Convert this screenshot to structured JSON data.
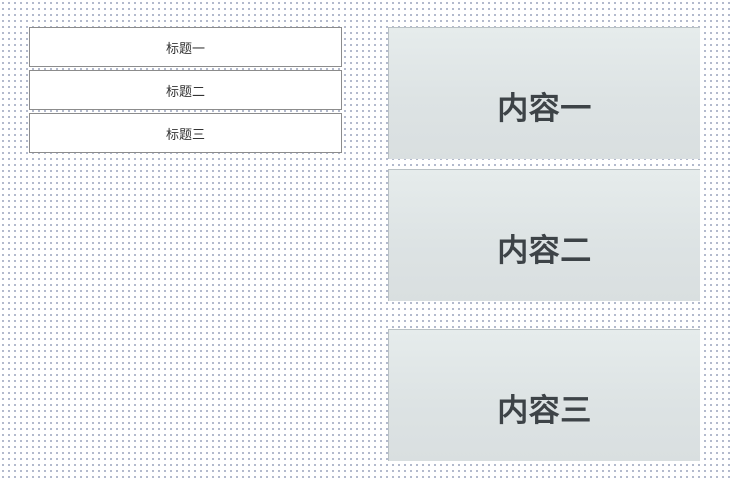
{
  "tabs": [
    {
      "label": "标题一"
    },
    {
      "label": "标题二"
    },
    {
      "label": "标题三"
    }
  ],
  "panels": [
    {
      "text": "内容一"
    },
    {
      "text": "内容二"
    },
    {
      "text": "内容三"
    }
  ]
}
